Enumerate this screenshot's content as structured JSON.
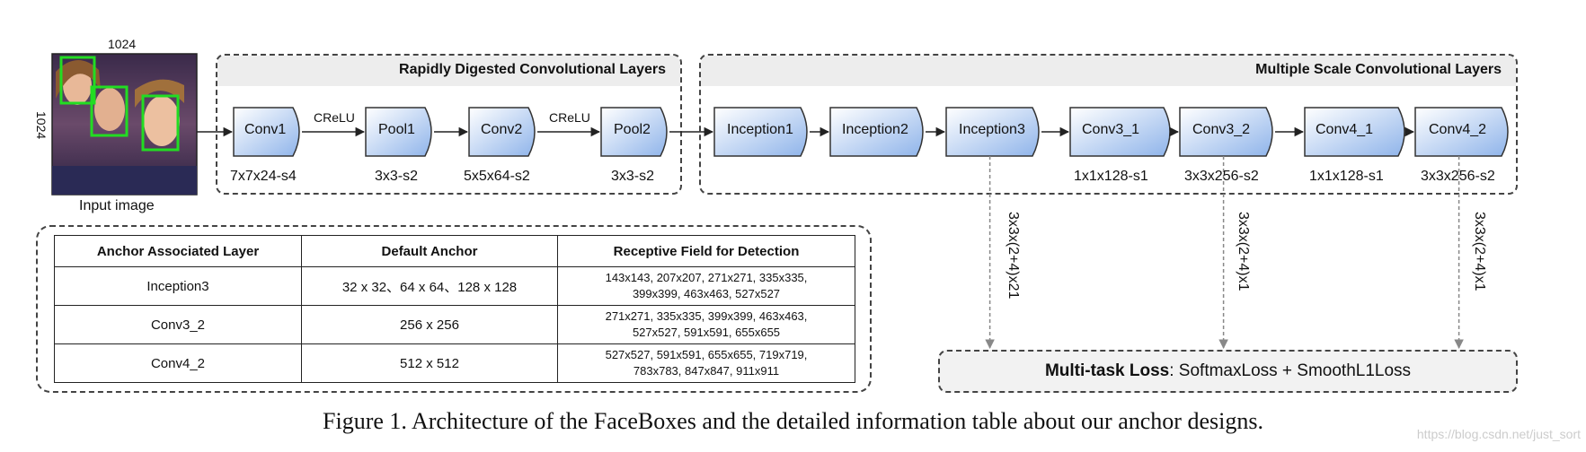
{
  "input_image": {
    "width_label": "1024",
    "height_label": "1024",
    "caption": "Input image"
  },
  "groups": {
    "rdcl_title": "Rapidly Digested Convolutional Layers",
    "mscl_title": "Multiple Scale Convolutional Layers"
  },
  "rdcl_layers": [
    {
      "name": "Conv1",
      "param": "7x7x24-s4"
    },
    {
      "name": "Pool1",
      "param": "3x3-s2"
    },
    {
      "name": "Conv2",
      "param": "5x5x64-s2"
    },
    {
      "name": "Pool2",
      "param": "3x3-s2"
    }
  ],
  "crelu_labels": [
    "CReLU",
    "CReLU"
  ],
  "mscl_layers": [
    {
      "name": "Inception1",
      "param": ""
    },
    {
      "name": "Inception2",
      "param": ""
    },
    {
      "name": "Inception3",
      "param": ""
    },
    {
      "name": "Conv3_1",
      "param": "1x1x128-s1"
    },
    {
      "name": "Conv3_2",
      "param": "3x3x256-s2"
    },
    {
      "name": "Conv4_1",
      "param": "1x1x128-s1"
    },
    {
      "name": "Conv4_2",
      "param": "3x3x256-s2"
    }
  ],
  "head_labels": [
    "3x3x(2+4)x21",
    "3x3x(2+4)x1",
    "3x3x(2+4)x1"
  ],
  "loss": {
    "bold": "Multi-task Loss",
    "rest": ": SoftmaxLoss + SmoothL1Loss"
  },
  "table": {
    "headers": [
      "Anchor Associated Layer",
      "Default Anchor",
      "Receptive Field for Detection"
    ],
    "rows": [
      {
        "layer": "Inception3",
        "anchor": "32 x 32、64 x 64、128 x 128",
        "rf1": "143x143, 207x207, 271x271, 335x335,",
        "rf2": "399x399, 463x463, 527x527"
      },
      {
        "layer": "Conv3_2",
        "anchor": "256 x 256",
        "rf1": "271x271, 335x335, 399x399, 463x463,",
        "rf2": "527x527, 591x591, 655x655"
      },
      {
        "layer": "Conv4_2",
        "anchor": "512 x 512",
        "rf1": "527x527, 591x591, 655x655, 719x719,",
        "rf2": "783x783, 847x847, 911x911"
      }
    ]
  },
  "caption": "Figure 1. Architecture of the FaceBoxes and the detailed information table about our anchor designs.",
  "watermark": "https://blog.csdn.net/just_sort",
  "colors": {
    "box_top": "#ffffff",
    "box_bottom": "#8fb4ea",
    "face_box": "#22dd22",
    "header_fill": "#ededed"
  }
}
